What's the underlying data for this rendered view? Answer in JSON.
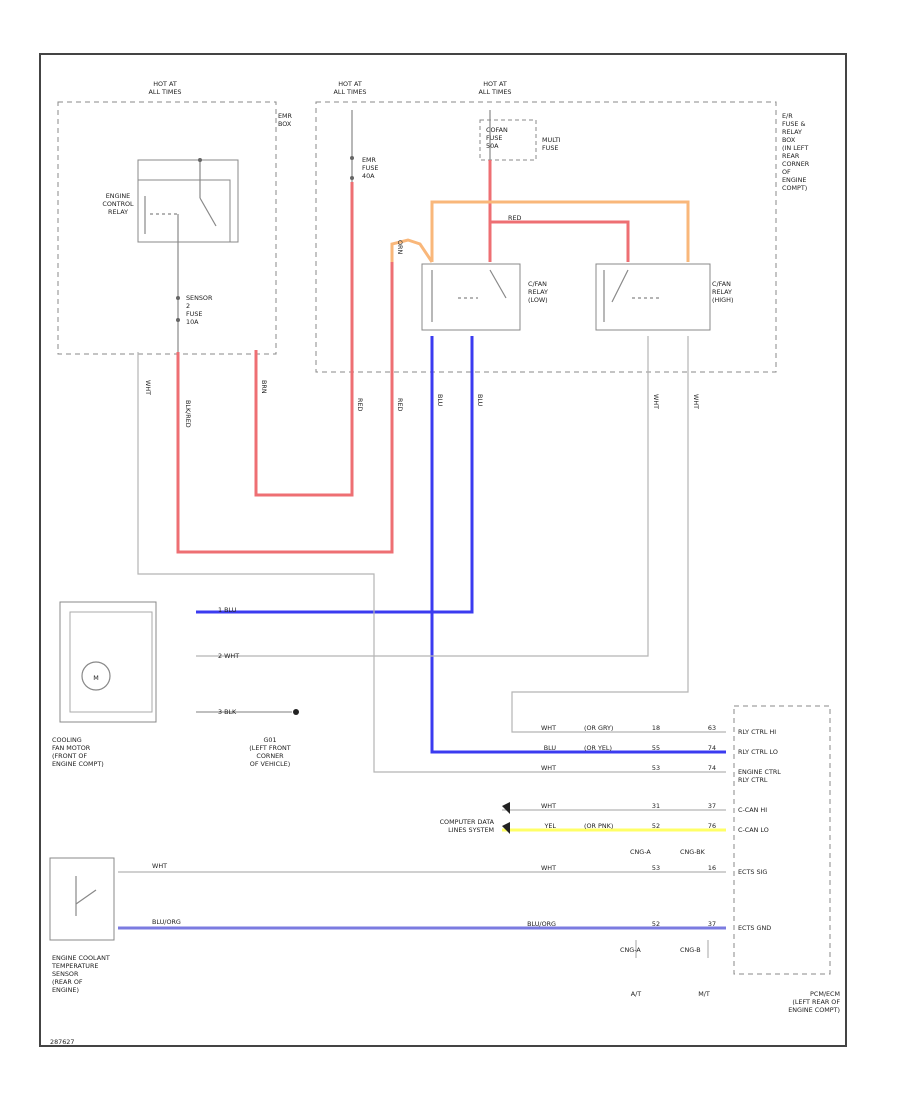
{
  "figure_id": "287627",
  "colors": {
    "red": "#ee6f73",
    "blue": "#3b3bf0",
    "orange": "#f9b77a",
    "yellow": "#ffff66",
    "gray": "#9a9a9a",
    "violet": "#7b7be0"
  },
  "hot_labels": [
    "HOT AT\nALL TIMES",
    "HOT AT\nALL TIMES",
    "HOT AT\nALL TIMES"
  ],
  "boxes": {
    "emr_box": "EMR\nBOX",
    "er_fuse_relay_box": "E/R\nFUSE &\nRELAY\nBOX\n(IN LEFT\nREAR\nCORNER\nOF\nENGINE\nCOMPT)",
    "pcm": "PCM/ECM\n(LEFT REAR OF\nENGINE COMPT)"
  },
  "components": {
    "engine_control_relay": "ENGINE\nCONTROL\nRELAY",
    "sensor_fuse": "SENSOR\n2\nFUSE\n10A",
    "emr_fuse": "EMR\nFUSE\n40A",
    "multi_fuse": "COFAN\nFUSE\n50A",
    "multi_fuse_label": "MULTI\nFUSE",
    "cofan_relay_low": "C/FAN\nRELAY\n(LOW)",
    "cofan_relay_high": "C/FAN\nRELAY\n(HIGH)",
    "cooling_fan_motor": "COOLING\nFAN MOTOR\n(FRONT OF\nENGINE COMPT)",
    "ground": "G01\n(LEFT FRONT\nCORNER\nOF VEHICLE)",
    "computer_data_lines": "COMPUTER DATA\nLINES SYSTEM",
    "ect_sensor": "ENGINE COOLANT\nTEMPERATURE\nSENSOR\n(REAR OF\nENGINE)",
    "fan_motor_m": "M"
  },
  "vertical_wires": {
    "w1": "WHT",
    "w2": "BLK/RED",
    "w3": "BRN",
    "w4": "RED",
    "w5": "RED",
    "w6": "ORN",
    "w7": "BLU",
    "w8": "BLU",
    "w9": "WHT",
    "w10": "WHT"
  },
  "relay_wire": "RED",
  "fan_connector": {
    "c1": "1 BLU",
    "c2": "2 WHT",
    "c3": "3 BLK"
  },
  "pcm_rows": [
    {
      "wire": "WHT",
      "alt": "(OR GRY)",
      "a": "18",
      "b": "63",
      "label": "RLY CTRL HI"
    },
    {
      "wire": "BLU",
      "alt": "(OR YEL)",
      "a": "55",
      "b": "74",
      "label": "RLY CTRL LO"
    },
    {
      "wire": "WHT",
      "alt": "",
      "a": "53",
      "b": "74",
      "label": "ENGINE CTRL\nRLY CTRL"
    },
    {
      "wire": "WHT",
      "alt": "",
      "a": "31",
      "b": "37",
      "label": "C-CAN HI"
    },
    {
      "wire": "YEL",
      "alt": "(OR PNK)",
      "a": "52",
      "b": "76",
      "label": "C-CAN LO"
    },
    {
      "wire": "WHT",
      "alt": "",
      "a": "53",
      "b": "16",
      "label": "ECTS SIG"
    },
    {
      "wire": "BLU/ORG",
      "alt": "",
      "a": "52",
      "b": "37",
      "label": "ECTS GND"
    }
  ],
  "pcm_headers": {
    "h1": "CNG-A",
    "h2": "CNG-BK"
  },
  "ect_wire_sig": "WHT",
  "ect_wire_gnd": "BLU/ORG",
  "bottom_conn": {
    "c1": "CNG-A",
    "c2": "CNG-B",
    "t1": "A/T",
    "t2": "M/T"
  }
}
